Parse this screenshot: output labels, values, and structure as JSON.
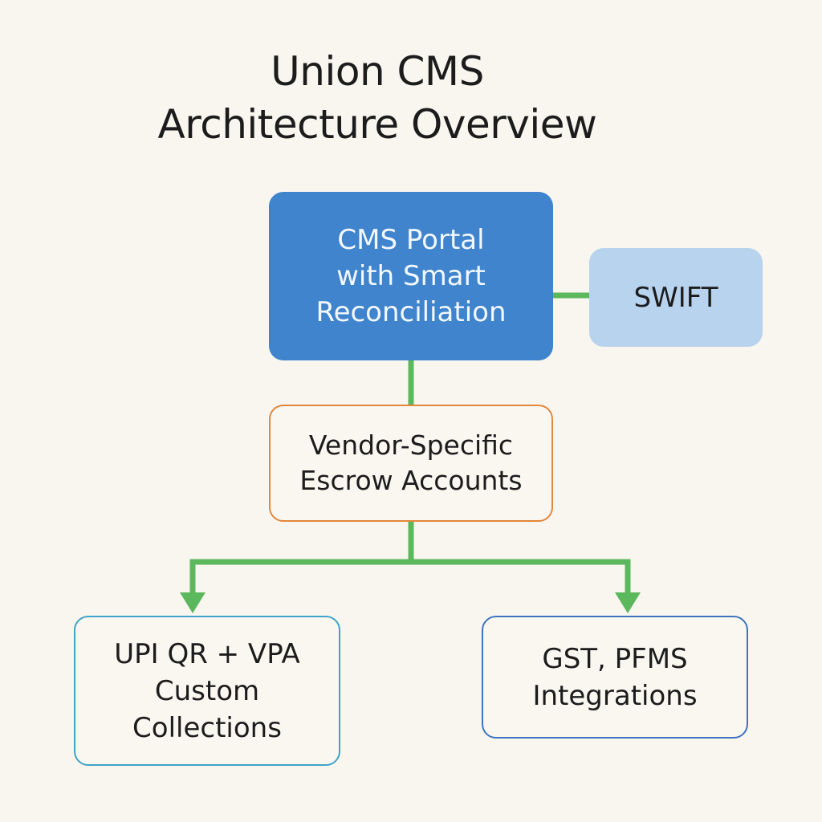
{
  "title": {
    "line1": "Union CMS",
    "line2": "Architecture Overview"
  },
  "nodes": {
    "portal": "CMS Portal\nwith Smart\nReconciliation",
    "swift": "SWIFT",
    "escrow": "Vendor-Specific\nEscrow Accounts",
    "upi": "UPI QR + VPA\nCustom\nCollections",
    "gst": "GST, PFMS\nIntegrations"
  },
  "colors": {
    "background": "#f9f6f0",
    "portal_fill": "#3f84cc",
    "swift_fill": "#b7d3ee",
    "escrow_border": "#e3873a",
    "upi_border": "#3fa3c8",
    "gst_border": "#3d74bd",
    "connector": "#5cb85c"
  }
}
